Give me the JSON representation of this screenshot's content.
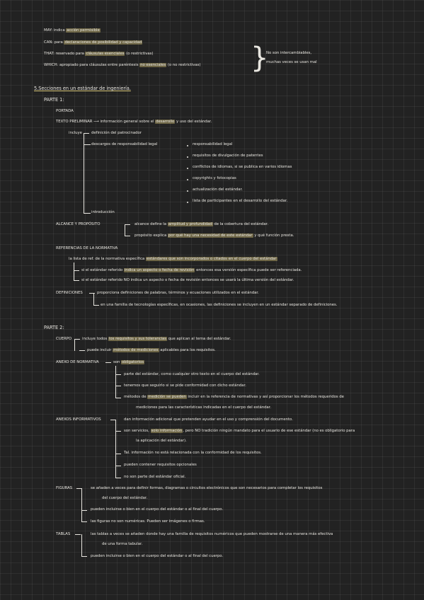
{
  "modals": {
    "may": {
      "pre": "MAY: indica ",
      "hl": "acción permisible",
      "post": ""
    },
    "can": {
      "pre": "CAN: para ",
      "hl": "declaraciones de posibilidad y capacidad",
      "post": ""
    },
    "that": {
      "pre": "THAT: reservado para ",
      "hl": "cláusulas esenciales",
      "post": " (o restrictivas)"
    },
    "which": {
      "pre": "WHICH: apropiado para cláusulas entre paréntesis ",
      "hl": "no esenciales",
      "post": " (o no restrictivas)"
    },
    "note1": "No son intercambiables,",
    "note2": "muchas veces se usan mal"
  },
  "section5": {
    "title": "5.Secciones en un estándar de ingeniería."
  },
  "parte1": {
    "title": "PARTE 1:",
    "portada": "PORTADA",
    "texto_pre_a": "TEXTO PRELIMINAR",
    "texto_pre_b": "información general sobre el ",
    "texto_pre_hl": "desarrollo",
    "texto_pre_c": " y uso del estándar.",
    "incluye": "incluye",
    "definicion": "definición del patrocinador",
    "descargos": "descargos de responsabilidad legal",
    "bullets": [
      "responsabilidad legal",
      "requisitos de divulgación de patentes",
      "conflictos de idiomas, si se publica en varios idiomas",
      "copyrights y fotocopias",
      "actualización del estándar.",
      "lista de participantes en el desarrollo del estándar."
    ],
    "introduccion": "introducción",
    "alcance_title": "ALCANCE Y PROPÓSITO",
    "alcance_1a": "alcance define la ",
    "alcance_1hl": "amplitud y profundidad",
    "alcance_1b": " de la cobertura del estándar.",
    "alcance_2a": "propósito explica ",
    "alcance_2hl": "por qué hay una necesidad de este estándar",
    "alcance_2b": " y qué función presta.",
    "referencias_title": "REFERENCIAS DE LA NORMATIVA",
    "ref_1a": "la lista de ref. de la normativa específica ",
    "ref_1hl": "estándares que son incorporados o citados en el cuerpo del estándar",
    "ref_2a": "si el estándar referido ",
    "ref_2hl": "indica un aspecto o fecha de revisión",
    "ref_2b": " entonces esa versión específica puede ser referenciada.",
    "ref_3a": "si el estándar referido NO indica un aspecto o fecha de revisión entonces se usará la última versión del estándar.",
    "definiciones_title": "DEFINICIONES",
    "def_1": "proporciona definiciones de palabras, términos y ecuaciones utilizados en el estándar.",
    "def_2": "en una familia de tecnologías específicas, en ocasiones, las definiciones se incluyen en un estándar separado de definiciones."
  },
  "parte2": {
    "title": "PARTE 2:",
    "cuerpo_title": "CUERPO",
    "cuerpo_1a": "incluye todos ",
    "cuerpo_1hl": "los requisitos y sus tolerancias",
    "cuerpo_1b": " que aplican al tema del estándar.",
    "cuerpo_2a": "puede incluir ",
    "cuerpo_2hl": "métodos de mediciones",
    "cuerpo_2b": " aplicables para los requisitos.",
    "anexo_title": "ANEXO DE NORMATIVA",
    "anexo_1a": "son ",
    "anexo_1hl": "obligatorios",
    "anexo_2": "parte del estándar, como cualquier otro texto en el cuerpo del estándar.",
    "anexo_3": "tenemos que seguirlo si se pide conformidad con dicho estándar.",
    "anexo_4a": "métodos de ",
    "anexo_4hl": "medición se pueden",
    "anexo_4b": " incluir en la referencia de normativas y así proporcionar los métodos requeridos de",
    "anexo_4c": "mediciones para las características indicadas en el cuerpo del estándar.",
    "anexos_inf_title": "ANEXOS INFORMATIVOS",
    "inf_1": "dan información adicional que pretenden ayudar en el uso y comprensión del documento.",
    "inf_2a": "son servicios, ",
    "inf_2hl": "solo información",
    "inf_2b": ", pero NO tradición ningún mandato para el usuario de ese estándar (no es obligatorio para",
    "inf_2c": "la aplicación del estándar).",
    "inf_3": "Tal. información no está relacionada con la conformidad de los requisitos.",
    "inf_4": "pueden contener requisitos opcionales",
    "inf_5": "no son parte del estándar oficial.",
    "figuras_title": "FIGURAS",
    "fig_1": "se añaden a veces para definir formas, diagramas o circuitos electrónicos que son necesarios para completar los requisitos",
    "fig_1b": "del cuerpo del estándar.",
    "fig_2": "pueden incluirse o bien en el cuerpo del estándar o al final del cuerpo.",
    "fig_3": "las figuras no son numéricas. Pueden ser imágenes o firmas.",
    "tablas_title": "TABLAS",
    "tab_1": "las tablas a veces se añaden donde hay una familia de requisitos numéricos que pueden mostrarse de una manera más efectiva",
    "tab_1b": "de una forma tabular.",
    "tab_2": "pueden incluirse o bien en el cuerpo del estándar o al final del cuerpo."
  },
  "colors": {
    "background": "#222222",
    "ink": "#e8e6e0",
    "highlight": "#d6c476"
  }
}
